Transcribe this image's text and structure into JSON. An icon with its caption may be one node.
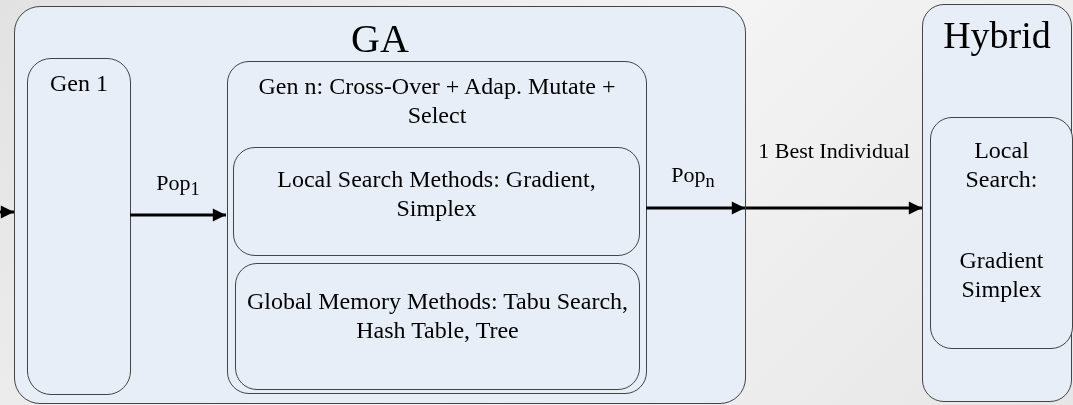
{
  "diagram": {
    "nodes": [
      {
        "text": [
          "GA"
        ]
      },
      {
        "text": [
          "Gen 1"
        ],
        "in": 0
      },
      {
        "text": [
          "Gen n: Cross-Over + Adap. Mutate + Select"
        ],
        "in": 0
      },
      {
        "text": [
          "Local Search Methods: Gradient, Simplex"
        ],
        "in": 2
      },
      {
        "text": [
          "Global Memory Methods: Tabu Search, Hash Table, Tree"
        ],
        "in": 2
      },
      {
        "text": [
          "Hybrid"
        ]
      },
      {
        "text": [
          "Local Search:",
          "Gradient Simplex"
        ],
        "in": 5
      }
    ],
    "edges": [
      {
        "from": null,
        "to": 0,
        "arrow": "to"
      },
      {
        "from": 1,
        "to": 2,
        "arrow": "to",
        "label": "Pop$_{1}$"
      },
      {
        "from": 2,
        "to": 0,
        "arrow": "to",
        "label": "Pop$_{n}$"
      },
      {
        "from": 0,
        "to": 5,
        "arrow": "to",
        "label": "1 Best Individual"
      }
    ]
  }
}
